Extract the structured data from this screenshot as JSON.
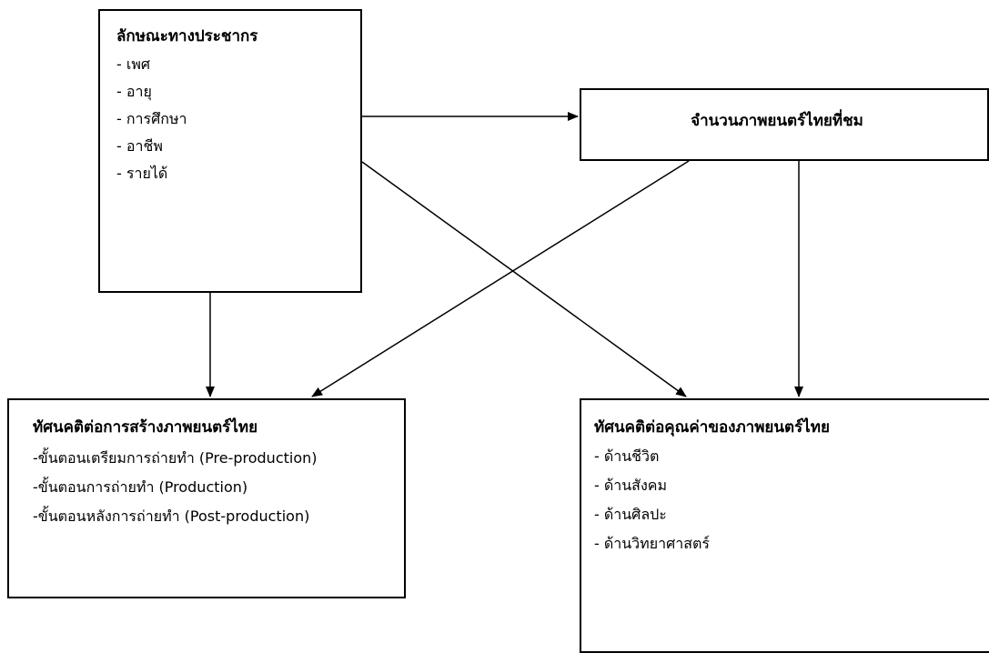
{
  "demographics": {
    "title": "ลักษณะทางประชากร",
    "items": [
      "- เพศ",
      "- อายุ",
      "- การศึกษา",
      "- อาชีพ",
      "- รายได้"
    ]
  },
  "movie_count": {
    "title": "จำนวนภาพยนตร์ไทยที่ชม"
  },
  "production_attitude": {
    "title": "ทัศนคติต่อการสร้างภาพยนตร์ไทย",
    "items": [
      "-ขั้นตอนเตรียมการถ่ายทำ (Pre-production)",
      "-ขั้นตอนการถ่ายทำ (Production)",
      "-ขั้นตอนหลังการถ่ายทำ (Post-production)"
    ]
  },
  "value_attitude": {
    "title": "ทัศนคติต่อคุณค่าของภาพยนตร์ไทย",
    "items": [
      "- ด้านชีวิต",
      "- ด้านสังคม",
      "- ด้านศิลปะ",
      "- ด้านวิทยาศาสตร์"
    ]
  },
  "colors": {
    "line": "#000000",
    "background": "#ffffff"
  }
}
